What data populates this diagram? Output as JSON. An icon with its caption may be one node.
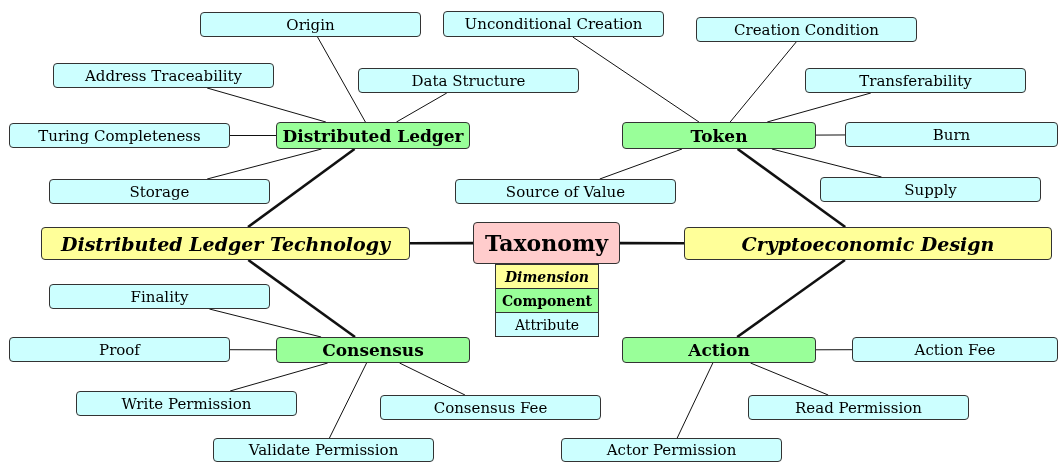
{
  "diagram": {
    "nodes": [
      {
        "text": [
          "Taxonomy"
        ]
      },
      {
        "text": [
          "Distributed Ledger Technology"
        ]
      },
      {
        "text": [
          "Cryptoeconomic Design"
        ]
      },
      {
        "text": [
          "Distributed Ledger"
        ]
      },
      {
        "text": [
          "Consensus"
        ]
      },
      {
        "text": [
          "Token"
        ]
      },
      {
        "text": [
          "Action"
        ]
      },
      {
        "text": [
          "Origin"
        ]
      },
      {
        "text": [
          "Address Traceability"
        ]
      },
      {
        "text": [
          "Data Structure"
        ]
      },
      {
        "text": [
          "Turing Completeness"
        ]
      },
      {
        "text": [
          "Storage"
        ]
      },
      {
        "text": [
          "Finality"
        ]
      },
      {
        "text": [
          "Proof"
        ]
      },
      {
        "text": [
          "Write Permission"
        ]
      },
      {
        "text": [
          "Consensus Fee"
        ]
      },
      {
        "text": [
          "Validate Permission"
        ]
      },
      {
        "text": [
          "Unconditional Creation"
        ]
      },
      {
        "text": [
          "Creation Condition"
        ]
      },
      {
        "text": [
          "Transferability"
        ]
      },
      {
        "text": [
          "Burn"
        ]
      },
      {
        "text": [
          "Supply"
        ]
      },
      {
        "text": [
          "Source of Value"
        ]
      },
      {
        "text": [
          "Action Fee"
        ]
      },
      {
        "text": [
          "Read Permission"
        ]
      },
      {
        "text": [
          "Actor Permission"
        ]
      }
    ],
    "edges": [
      {
        "from": 0,
        "to": 1,
        "arrow": "none",
        "style": "thick"
      },
      {
        "from": 0,
        "to": 2,
        "arrow": "none",
        "style": "thick"
      },
      {
        "from": 1,
        "to": 3,
        "arrow": "none",
        "style": "thick"
      },
      {
        "from": 1,
        "to": 4,
        "arrow": "none",
        "style": "thick"
      },
      {
        "from": 2,
        "to": 5,
        "arrow": "none",
        "style": "thick"
      },
      {
        "from": 2,
        "to": 6,
        "arrow": "none",
        "style": "thick"
      },
      {
        "from": 3,
        "to": 7,
        "arrow": "none"
      },
      {
        "from": 3,
        "to": 8,
        "arrow": "none"
      },
      {
        "from": 3,
        "to": 9,
        "arrow": "none"
      },
      {
        "from": 3,
        "to": 10,
        "arrow": "none"
      },
      {
        "from": 3,
        "to": 11,
        "arrow": "none"
      },
      {
        "from": 4,
        "to": 12,
        "arrow": "none"
      },
      {
        "from": 4,
        "to": 13,
        "arrow": "none"
      },
      {
        "from": 4,
        "to": 14,
        "arrow": "none"
      },
      {
        "from": 4,
        "to": 15,
        "arrow": "none"
      },
      {
        "from": 4,
        "to": 16,
        "arrow": "none"
      },
      {
        "from": 5,
        "to": 17,
        "arrow": "none"
      },
      {
        "from": 5,
        "to": 18,
        "arrow": "none"
      },
      {
        "from": 5,
        "to": 19,
        "arrow": "none"
      },
      {
        "from": 5,
        "to": 20,
        "arrow": "none"
      },
      {
        "from": 5,
        "to": 21,
        "arrow": "none"
      },
      {
        "from": 5,
        "to": 22,
        "arrow": "none"
      },
      {
        "from": 6,
        "to": 23,
        "arrow": "none"
      },
      {
        "from": 6,
        "to": 24,
        "arrow": "none"
      },
      {
        "from": 6,
        "to": 25,
        "arrow": "none"
      }
    ],
    "legend": [
      {
        "text": "Dimension",
        "color": "#ffff99"
      },
      {
        "text": "Component",
        "color": "#99ff99"
      },
      {
        "text": "Attribute",
        "color": "#ccffff"
      }
    ]
  }
}
